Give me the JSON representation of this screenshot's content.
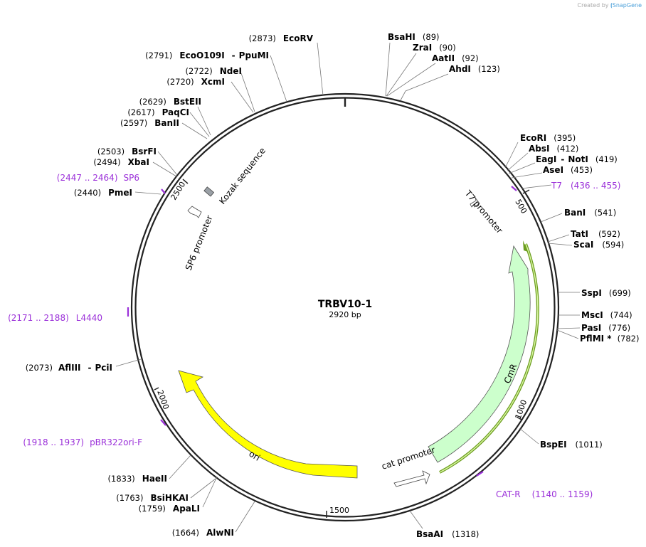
{
  "credit": {
    "prefix": "Created by",
    "brand": "SnapGene"
  },
  "plasmid": {
    "name": "TRBV10-1",
    "length_label": "2920 bp",
    "length": 2920
  },
  "tick_labels": [
    "500",
    "1000",
    "1500",
    "2000",
    "2500"
  ],
  "sites": [
    {
      "id": "bsahi",
      "name": "BsaHI",
      "pos": "(89)"
    },
    {
      "id": "zrai",
      "name": "ZraI",
      "pos": "(90)"
    },
    {
      "id": "aatii",
      "name": "AatII",
      "pos": "(92)"
    },
    {
      "id": "ahdi",
      "name": "AhdI",
      "pos": "(123)"
    },
    {
      "id": "ecori",
      "name": "EcoRI",
      "pos": "(395)"
    },
    {
      "id": "absi",
      "name": "AbsI",
      "pos": "(412)"
    },
    {
      "id": "eagi",
      "name": "EagI",
      "name2": "NotI",
      "pos": "(419)"
    },
    {
      "id": "asei",
      "name": "AseI",
      "pos": "(453)"
    },
    {
      "id": "bani",
      "name": "BanI",
      "pos": "(541)"
    },
    {
      "id": "tati",
      "name": "TatI",
      "pos": "(592)"
    },
    {
      "id": "scai",
      "name": "ScaI",
      "pos": "(594)"
    },
    {
      "id": "sspi",
      "name": "SspI",
      "pos": "(699)"
    },
    {
      "id": "msci",
      "name": "MscI",
      "pos": "(744)"
    },
    {
      "id": "pasi",
      "name": "PasI",
      "pos": "(776)"
    },
    {
      "id": "pflmi",
      "name": "PflMI *",
      "pos": "(782)"
    },
    {
      "id": "bspei",
      "name": "BspEI",
      "pos": "(1011)"
    },
    {
      "id": "bsaai",
      "name": "BsaAI",
      "pos": "(1318)"
    },
    {
      "id": "alwni",
      "name": "AlwNI",
      "pos": "(1664)"
    },
    {
      "id": "apali",
      "name": "ApaLI",
      "pos": "(1759)"
    },
    {
      "id": "bsihkai",
      "name": "BsiHKAI",
      "pos": "(1763)"
    },
    {
      "id": "haeii",
      "name": "HaeII",
      "pos": "(1833)"
    },
    {
      "id": "afliii",
      "name": "AflIII",
      "name2": "PciI",
      "pos": "(2073)"
    },
    {
      "id": "pmei",
      "name": "PmeI",
      "pos": "(2440)"
    },
    {
      "id": "xbai",
      "name": "XbaI",
      "pos": "(2494)"
    },
    {
      "id": "bsrfi",
      "name": "BsrFI",
      "pos": "(2503)"
    },
    {
      "id": "banii",
      "name": "BanII",
      "pos": "(2597)"
    },
    {
      "id": "paqci",
      "name": "PaqCI",
      "pos": "(2617)"
    },
    {
      "id": "bsteii",
      "name": "BstEII",
      "pos": "(2629)"
    },
    {
      "id": "xcmi",
      "name": "XcmI",
      "pos": "(2720)"
    },
    {
      "id": "ndei",
      "name": "NdeI",
      "pos": "(2722)"
    },
    {
      "id": "ecoo109i",
      "name": "EcoO109I",
      "name2": "PpuMI",
      "pos": "(2791)"
    },
    {
      "id": "ecorv",
      "name": "EcoRV",
      "pos": "(2873)"
    }
  ],
  "primers": [
    {
      "id": "t7",
      "name": "T7",
      "range": "(436 .. 455)"
    },
    {
      "id": "catr",
      "name": "CAT-R",
      "range": "(1140 .. 1159)"
    },
    {
      "id": "pbr",
      "name": "pBR322ori-F",
      "range": "(1918 .. 1937)"
    },
    {
      "id": "l4440",
      "name": "L4440",
      "range": "(2171 .. 2188)"
    },
    {
      "id": "sp6",
      "name": "SP6",
      "range": "(2447 .. 2464)"
    }
  ],
  "features": [
    {
      "id": "cmr",
      "name": "CmR",
      "color": "#ccffcc",
      "stroke": "#555555"
    },
    {
      "id": "ori",
      "name": "ori",
      "color": "#ffff00",
      "stroke": "#555555"
    },
    {
      "id": "catprom",
      "name": "cat promoter",
      "color": "#ffffff"
    },
    {
      "id": "t7prom",
      "name": "T7 promoter",
      "color": "#ffffff"
    },
    {
      "id": "sp6prom",
      "name": "SP6 promoter",
      "color": "#ffffff"
    },
    {
      "id": "kozak",
      "name": "Kozak sequence",
      "color": "#9aa0a6"
    }
  ],
  "colors": {
    "primer": "#9b30d9",
    "backbone": "#222222",
    "cmr_track": "#6b9c1f"
  }
}
